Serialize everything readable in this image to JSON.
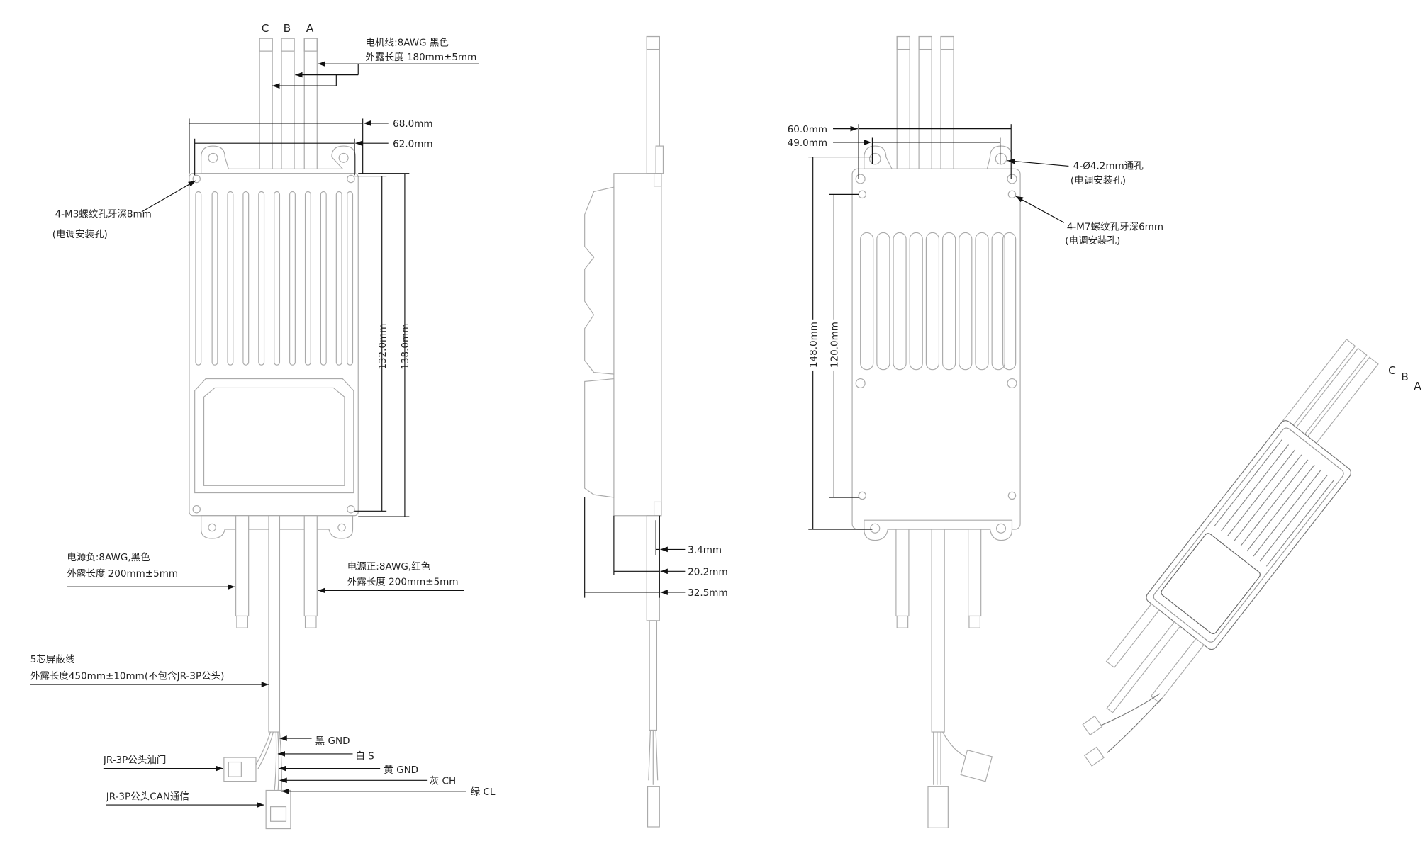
{
  "front_view": {
    "phase_labels": [
      "C",
      "B",
      "A"
    ],
    "motor_wire": {
      "line1": "电机线:8AWG 黑色",
      "line2": "外露长度 180mm±5mm"
    },
    "dim_width_outer": "68.0mm",
    "dim_width_inner": "62.0mm",
    "dim_height_inner": "132.0mm",
    "dim_height_outer": "138.0mm",
    "mount_holes": {
      "line1": "4-M3螺纹孔牙深8mm",
      "line2": "(电调安装孔)"
    },
    "power_negative": {
      "line1": "电源负:8AWG,黑色",
      "line2": "外露长度 200mm±5mm"
    },
    "power_positive": {
      "line1": "电源正:8AWG,红色",
      "line2": "外露长度 200mm±5mm"
    },
    "signal_cable": {
      "line1": "5芯屏蔽线",
      "line2": "外露长度450mm±10mm(不包含JR-3P公头)"
    },
    "wire_colors": [
      "黑 GND",
      "白 S",
      "黄 GND",
      "灰 CH",
      "绿 CL"
    ],
    "throttle_connector": "JR-3P公头油门",
    "can_connector": "JR-3P公头CAN通信"
  },
  "side_view": {
    "dims": [
      "3.4mm",
      "20.2mm",
      "32.5mm"
    ]
  },
  "back_view": {
    "dim_width_outer": "60.0mm",
    "dim_width_inner": "49.0mm",
    "dim_height_outer": "148.0mm",
    "dim_height_inner": "120.0mm",
    "through_holes": {
      "line1": "4-Ø4.2mm通孔",
      "line2": "(电调安装孔)"
    },
    "m7_holes": {
      "line1": "4-M7螺纹孔牙深6mm",
      "line2": "(电调安装孔)"
    }
  },
  "iso_view": {
    "phase_labels": [
      "C",
      "B",
      "A"
    ]
  }
}
